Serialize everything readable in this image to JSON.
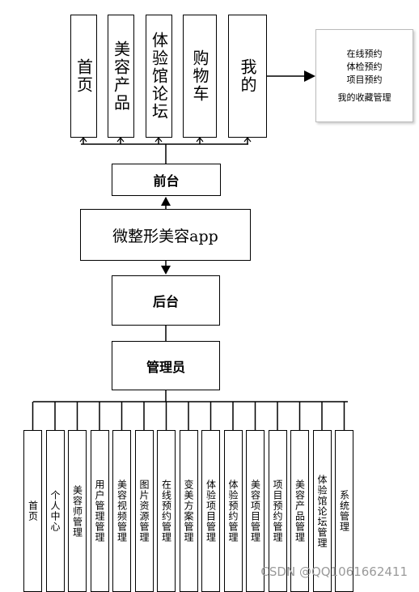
{
  "front_modules": [
    {
      "label": "首页"
    },
    {
      "label": "美容产品"
    },
    {
      "label": "体验馆论坛"
    },
    {
      "label": "购物车"
    },
    {
      "label": "我的"
    }
  ],
  "my_details": [
    "在线预约",
    "体检预约",
    "项目预约",
    "我的收藏管理"
  ],
  "front_label": "前台",
  "app_label": "微整形美容app",
  "back_label": "后台",
  "admin_label": "管理员",
  "admin_modules": [
    {
      "label": "首页"
    },
    {
      "label": "个人中心"
    },
    {
      "label": "美容师管理"
    },
    {
      "label": "用户管理管理"
    },
    {
      "label": "美容视频管理"
    },
    {
      "label": "图片资源管理"
    },
    {
      "label": "在线预约管理"
    },
    {
      "label": "变美方案管理"
    },
    {
      "label": "体验项目管理"
    },
    {
      "label": "体验预约管理"
    },
    {
      "label": "美容项目管理"
    },
    {
      "label": "项目预约管理"
    },
    {
      "label": "美容产品管理"
    },
    {
      "label": "体验馆论坛管理"
    },
    {
      "label": "系统管理"
    }
  ],
  "watermark": "CSDN @QQ1061662411"
}
